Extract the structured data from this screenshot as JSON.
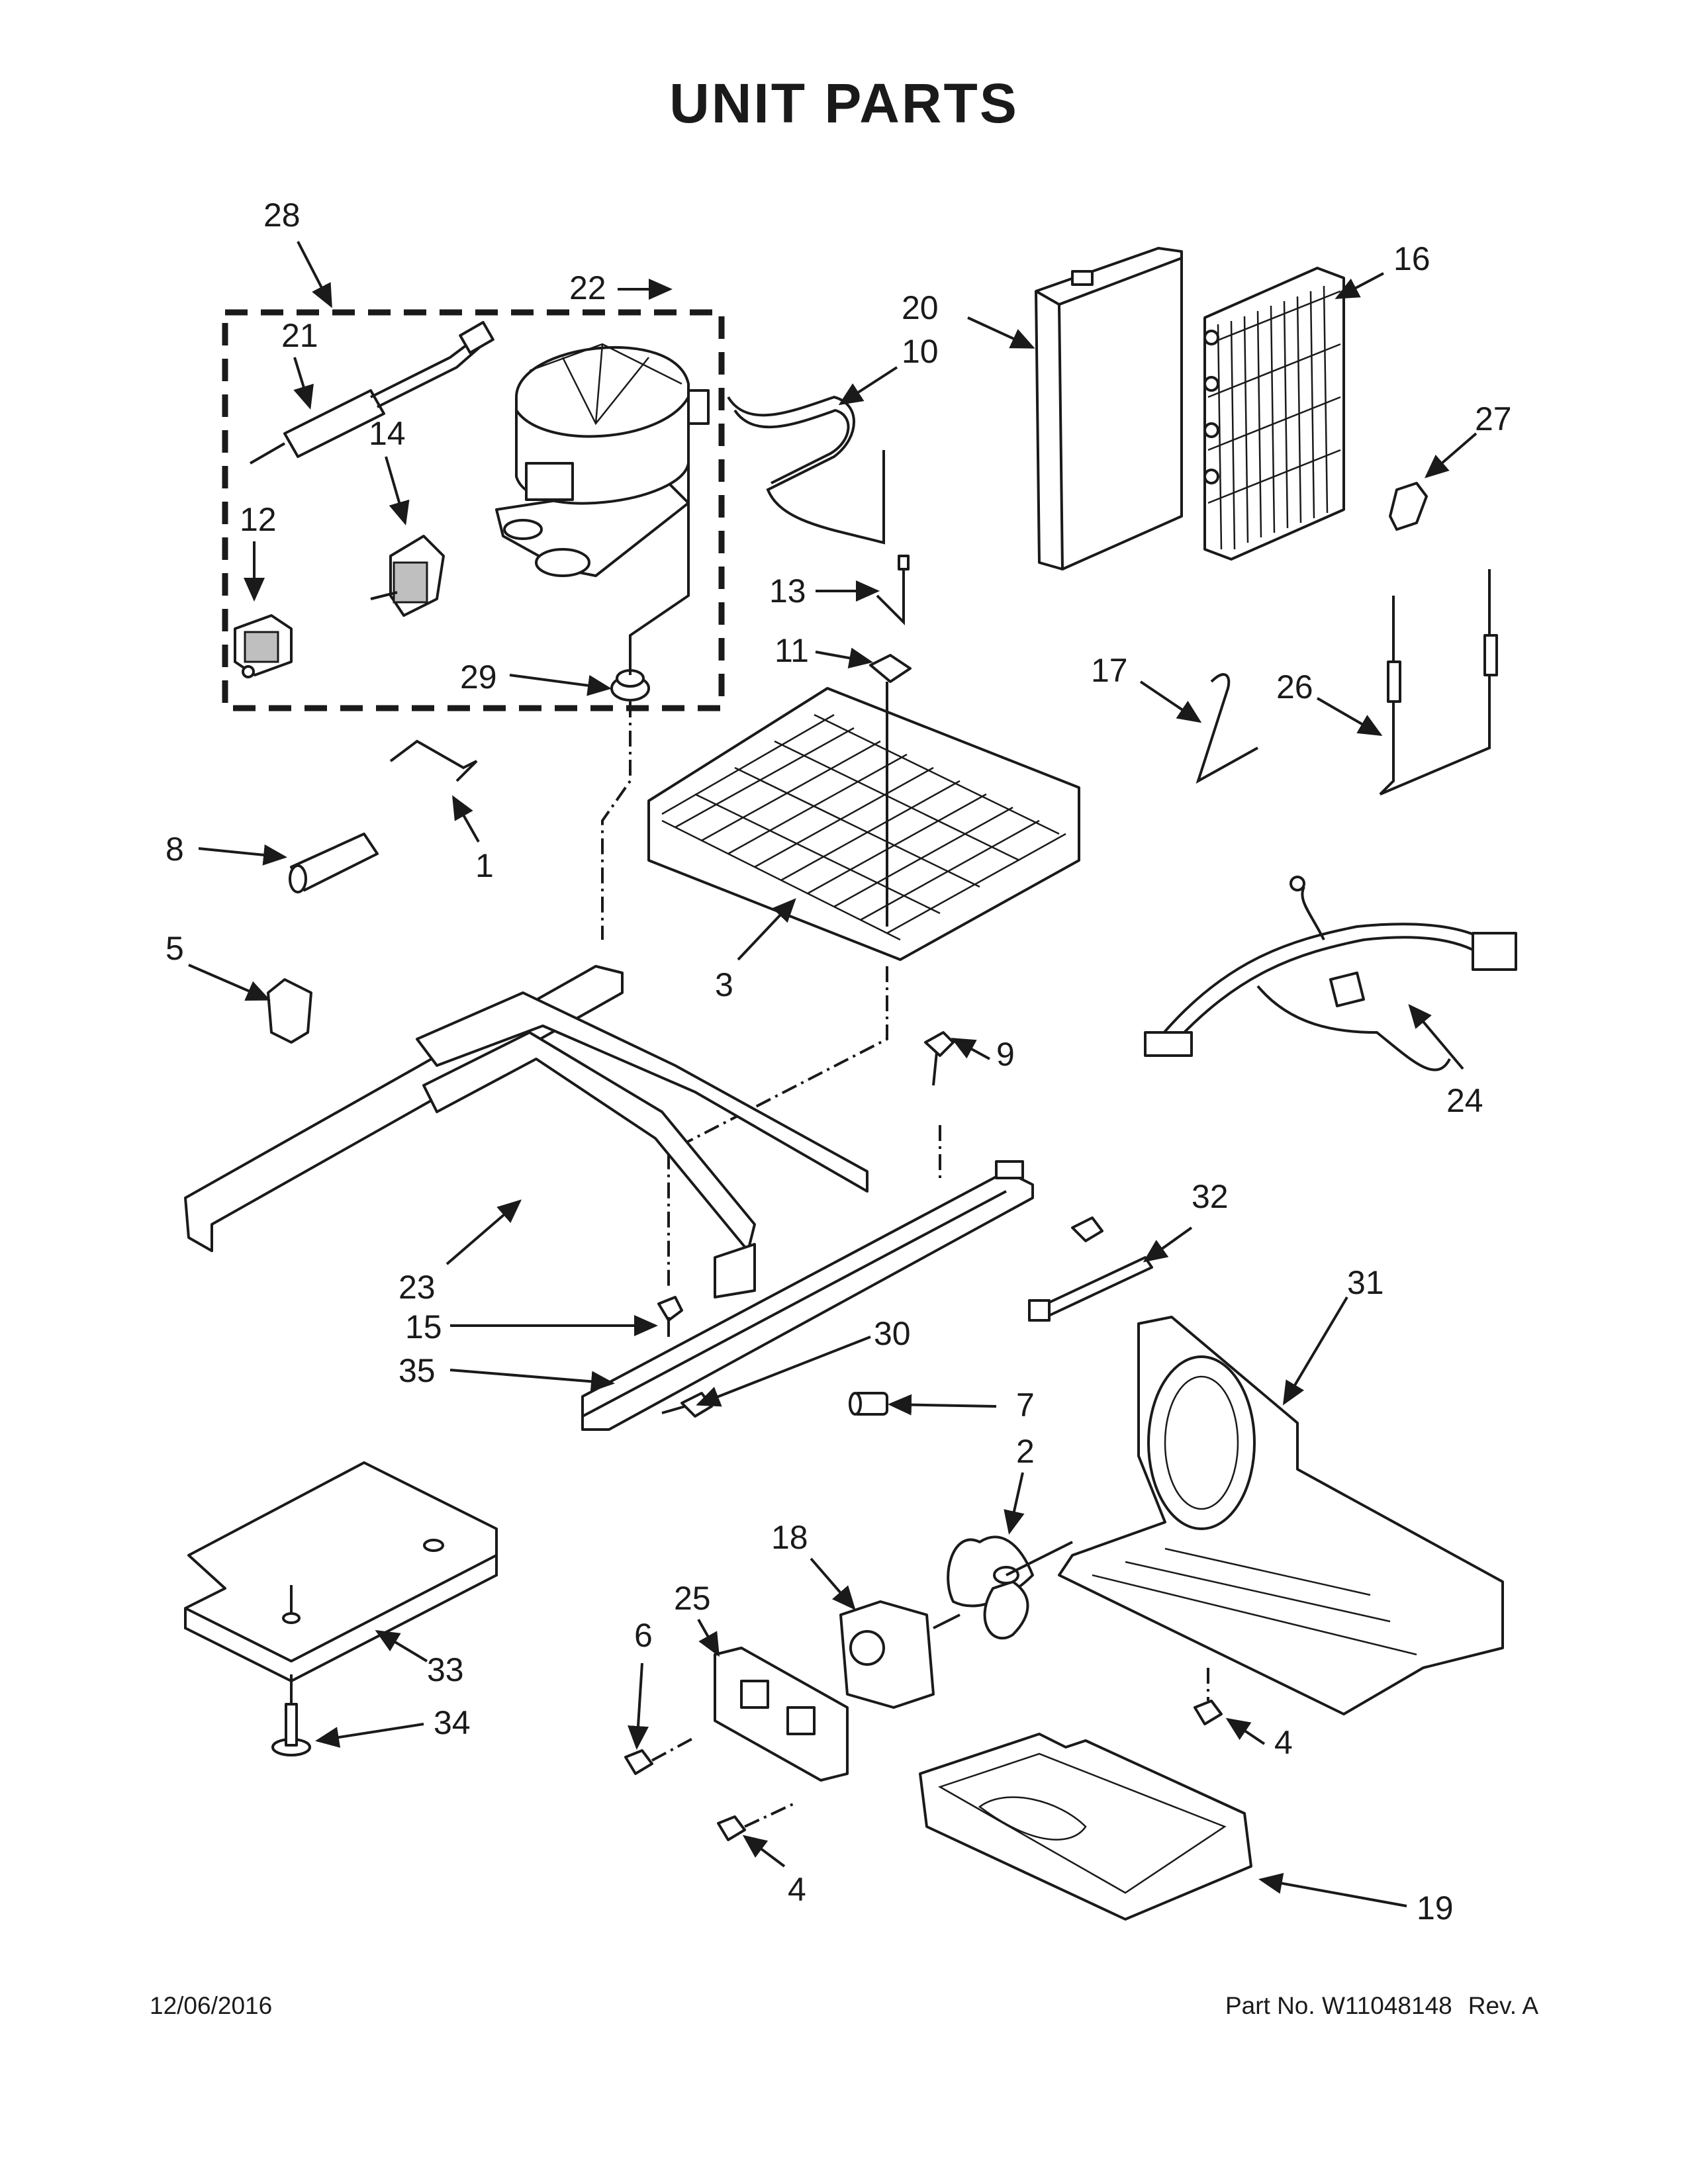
{
  "title": "UNIT PARTS",
  "footer": {
    "date": "12/06/2016",
    "part_no": "Part No. W11048148",
    "rev": "Rev. A"
  },
  "callouts": [
    {
      "id": "28",
      "label": "28"
    },
    {
      "id": "22",
      "label": "22"
    },
    {
      "id": "20",
      "label": "20"
    },
    {
      "id": "16",
      "label": "16"
    },
    {
      "id": "21",
      "label": "21"
    },
    {
      "id": "10",
      "label": "10"
    },
    {
      "id": "14",
      "label": "14"
    },
    {
      "id": "12",
      "label": "12"
    },
    {
      "id": "27",
      "label": "27"
    },
    {
      "id": "13",
      "label": "13"
    },
    {
      "id": "11",
      "label": "11"
    },
    {
      "id": "29",
      "label": "29"
    },
    {
      "id": "17",
      "label": "17"
    },
    {
      "id": "26",
      "label": "26"
    },
    {
      "id": "8",
      "label": "8"
    },
    {
      "id": "1",
      "label": "1"
    },
    {
      "id": "5",
      "label": "5"
    },
    {
      "id": "3",
      "label": "3"
    },
    {
      "id": "9",
      "label": "9"
    },
    {
      "id": "24",
      "label": "24"
    },
    {
      "id": "32",
      "label": "32"
    },
    {
      "id": "23",
      "label": "23"
    },
    {
      "id": "31",
      "label": "31"
    },
    {
      "id": "15",
      "label": "15"
    },
    {
      "id": "30",
      "label": "30"
    },
    {
      "id": "35",
      "label": "35"
    },
    {
      "id": "7",
      "label": "7"
    },
    {
      "id": "2",
      "label": "2"
    },
    {
      "id": "18",
      "label": "18"
    },
    {
      "id": "25",
      "label": "25"
    },
    {
      "id": "6",
      "label": "6"
    },
    {
      "id": "33",
      "label": "33"
    },
    {
      "id": "34",
      "label": "34"
    },
    {
      "id": "4a",
      "label": "4"
    },
    {
      "id": "4b",
      "label": "4"
    },
    {
      "id": "19",
      "label": "19"
    }
  ]
}
